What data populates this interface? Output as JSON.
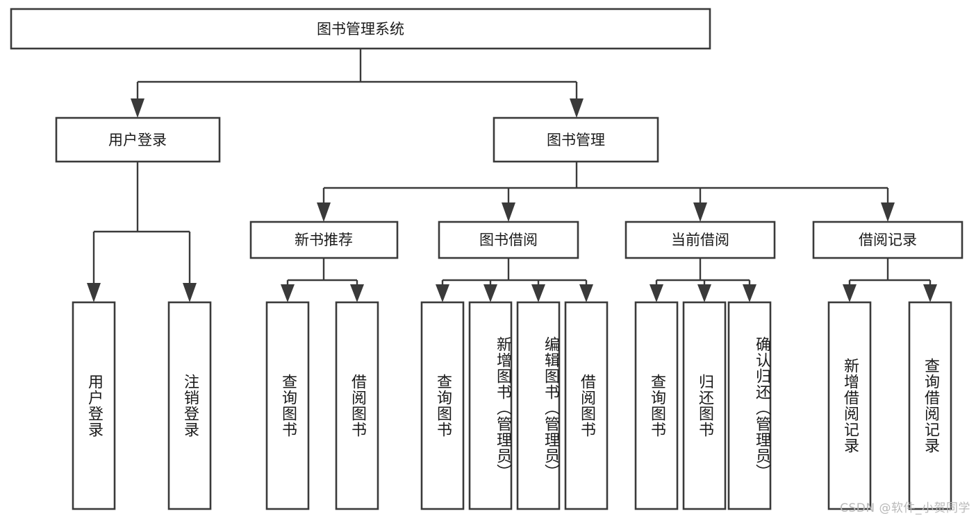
{
  "diagram": {
    "title": "图书管理系统",
    "type": "tree",
    "watermark": "CSDN @软件_小贺同学",
    "colors": {
      "box_stroke": "#3a3a3a",
      "box_fill": "#ffffff",
      "connector": "#3a3a3a",
      "text": "#1a1a1a",
      "watermark": "#b9b9b9",
      "background": "#ffffff"
    },
    "levels": {
      "root": "图书管理系统",
      "level2": [
        "用户登录",
        "图书管理"
      ],
      "level3": [
        "新书推荐",
        "图书借阅",
        "当前借阅",
        "借阅记录"
      ]
    },
    "nodes": {
      "root": {
        "label": "图书管理系统"
      },
      "l2": [
        {
          "label": "用户登录"
        },
        {
          "label": "图书管理"
        }
      ],
      "l3": [
        {
          "label": "新书推荐"
        },
        {
          "label": "图书借阅"
        },
        {
          "label": "当前借阅"
        },
        {
          "label": "借阅记录"
        }
      ],
      "leaves_login": [
        {
          "label": "用户登录"
        },
        {
          "label": "注销登录"
        }
      ],
      "leaves_newbook": [
        {
          "label": "查询图书"
        },
        {
          "label": "借阅图书"
        }
      ],
      "leaves_borrow": [
        {
          "label": "查询图书"
        },
        {
          "label": "新增图书（管理员）"
        },
        {
          "label": "编辑图书（管理员）"
        },
        {
          "label": "借阅图书"
        }
      ],
      "leaves_current": [
        {
          "label": "查询图书"
        },
        {
          "label": "归还图书"
        },
        {
          "label": "确认归还（管理员）"
        }
      ],
      "leaves_record": [
        {
          "label": "新增借阅记录"
        },
        {
          "label": "查询借阅记录"
        }
      ]
    }
  }
}
